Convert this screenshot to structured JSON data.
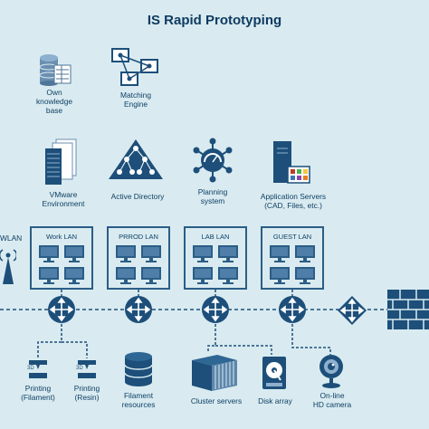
{
  "title": "IS Rapid Prototyping",
  "colors": {
    "background": "#d9ebf0",
    "dark_blue": "#1d4f7a",
    "navy": "#0e3f66",
    "lan_box": "#2b5d86",
    "accent_red": "#c0392b",
    "accent_green": "#4caf50",
    "accent_yellow": "#f4c542"
  },
  "top_items": [
    {
      "label": "Own\nknowledge\nbase",
      "icon": "database-icon"
    },
    {
      "label": "Matching\nEngine",
      "icon": "matching-engine-icon"
    }
  ],
  "service_items": [
    {
      "label": "VMware\nEnvironment",
      "icon": "server-stack-icon"
    },
    {
      "label": "Active Directory",
      "icon": "hierarchy-triangle-icon"
    },
    {
      "label": "Planning\nsystem",
      "icon": "planning-gauge-icon"
    },
    {
      "label": "Application Servers\n(CAD, Files, etc.)",
      "icon": "application-server-icon"
    }
  ],
  "wlan_label": "WLAN",
  "lans": [
    {
      "label": "Work LAN"
    },
    {
      "label": "PRROD LAN"
    },
    {
      "label": "LAB LAN"
    },
    {
      "label": "GUEST LAN"
    }
  ],
  "bottom_items": [
    {
      "label": "Printing\n(Filament)",
      "icon": "3d-printer-icon"
    },
    {
      "label": "Printing\n(Resin)",
      "icon": "3d-printer-icon"
    },
    {
      "label": "Filament\nresources",
      "icon": "database-cylinder-icon"
    },
    {
      "label": "Cluster servers",
      "icon": "cluster-server-icon"
    },
    {
      "label": "Disk array",
      "icon": "disk-array-icon"
    },
    {
      "label": "On-line\nHD camera",
      "icon": "webcam-icon"
    }
  ]
}
